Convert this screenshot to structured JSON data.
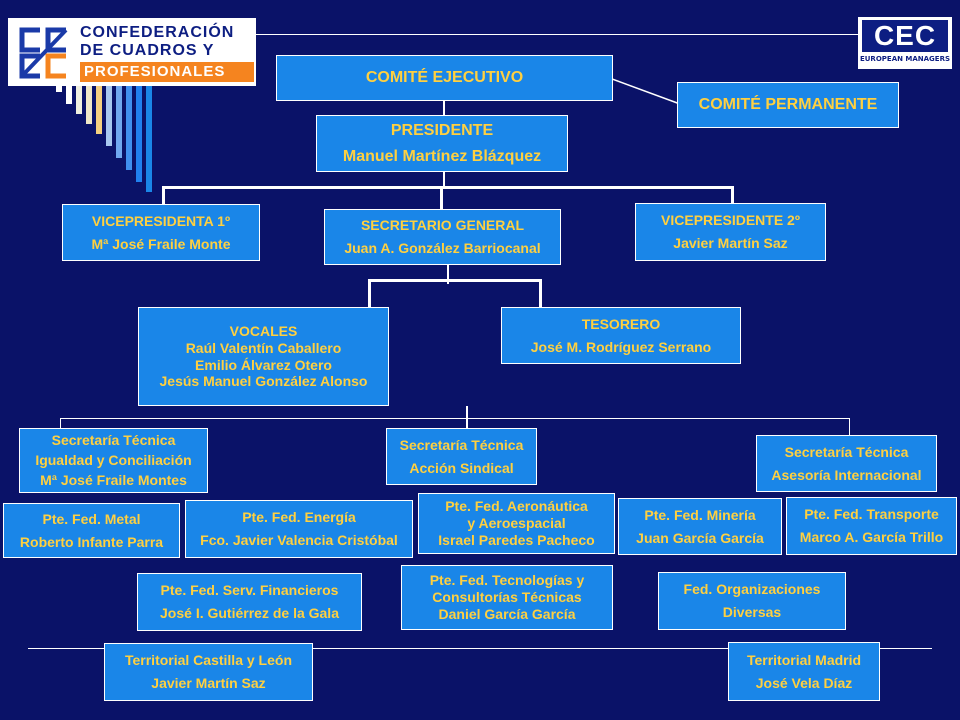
{
  "logos": {
    "left": {
      "line1": "CONFEDERACIÓN",
      "line2": "DE CUADROS Y",
      "line3": "PROFESIONALES"
    },
    "right": {
      "mark": "CEC",
      "subtitle": "EUROPEAN MANAGERS"
    }
  },
  "colors": {
    "background": "#0a1268",
    "box": "#1a86e8",
    "text": "#ffd040",
    "line": "#ffffff",
    "accent": "#f5841f"
  },
  "comite_ejecutivo": {
    "title": "COMITÉ  EJECUTIVO"
  },
  "comite_permanente": {
    "title": "COMITÉ  PERMANENTE"
  },
  "presidente": {
    "title": "PRESIDENTE",
    "name": "Manuel  Martínez  Blázquez"
  },
  "vicepresidenta1": {
    "title": "VICEPRESIDENTA 1º",
    "name": "Mª José Fraile Monte"
  },
  "secretario_general": {
    "title": "SECRETARIO GENERAL",
    "name": "Juan A. González Barriocanal"
  },
  "vicepresidente2": {
    "title": "VICEPRESIDENTE 2º",
    "name": "Javier Martín Saz"
  },
  "vocales": {
    "title": "VOCALES",
    "names": [
      "Raúl Valentín Caballero",
      "Emilio Álvarez Otero",
      "Jesús Manuel González Alonso"
    ]
  },
  "tesorero": {
    "title": "TESORERO",
    "name": "José M.  Rodríguez Serrano"
  },
  "st_igualdad": {
    "lines": [
      "Secretaría Técnica",
      "Igualdad  y Conciliación",
      "Mª José Fraile Montes"
    ]
  },
  "st_accion": {
    "lines": [
      "Secretaría  Técnica",
      "Acción Sindical"
    ]
  },
  "st_asesoria": {
    "lines": [
      "Secretaría Técnica",
      "Asesoría Internacional"
    ]
  },
  "fed_metal": {
    "lines": [
      "Pte. Fed. Metal",
      "Roberto Infante  Parra"
    ]
  },
  "fed_energia": {
    "lines": [
      "Pte. Fed. Energía",
      "Fco. Javier Valencia Cristóbal"
    ]
  },
  "fed_aero": {
    "lines": [
      "Pte. Fed. Aeronáutica",
      "y Aeroespacial",
      "Israel Paredes Pacheco"
    ]
  },
  "fed_mineria": {
    "lines": [
      "Pte. Fed. Minería",
      "Juan García  García"
    ]
  },
  "fed_transporte": {
    "lines": [
      "Pte. Fed. Transporte",
      "Marco A. García Trillo"
    ]
  },
  "fed_financieros": {
    "lines": [
      "Pte. Fed.  Serv. Financieros",
      "José I. Gutiérrez de la Gala"
    ]
  },
  "fed_tecnologias": {
    "lines": [
      "Pte. Fed.  Tecnologías  y",
      "Consultorías Técnicas",
      "Daniel García García"
    ]
  },
  "fed_organizaciones": {
    "lines": [
      "Fed. Organizaciones",
      "Diversas"
    ]
  },
  "terr_castilla": {
    "lines": [
      "Territorial Castilla y León",
      "Javier Martín Saz"
    ]
  },
  "terr_madrid": {
    "lines": [
      "Territorial Madrid",
      "José Vela Díaz"
    ]
  }
}
